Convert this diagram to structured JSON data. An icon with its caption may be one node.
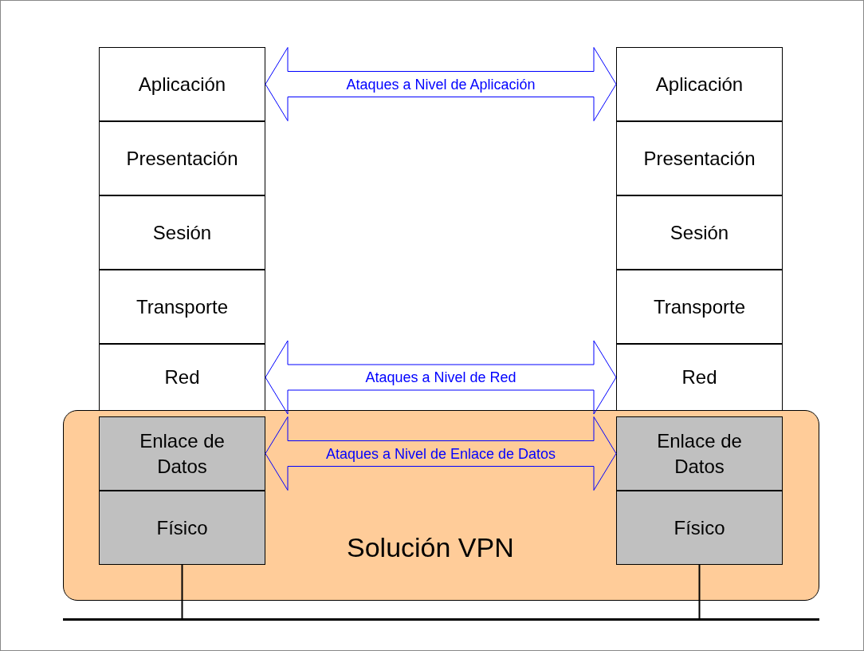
{
  "diagram": {
    "nodes": [
      {
        "text": [
          "Aplicación"
        ]
      },
      {
        "text": [
          "Aplicación"
        ]
      },
      {
        "text": [
          "Presentación"
        ]
      },
      {
        "text": [
          "Presentación"
        ]
      },
      {
        "text": [
          "Sesión"
        ]
      },
      {
        "text": [
          "Sesión"
        ]
      },
      {
        "text": [
          "Transporte"
        ]
      },
      {
        "text": [
          "Transporte"
        ]
      },
      {
        "text": [
          "Red"
        ]
      },
      {
        "text": [
          "Red"
        ]
      },
      {
        "text": [
          "Solución VPN"
        ]
      },
      {
        "text": [
          "Enlace de Datos"
        ],
        "in": 10
      },
      {
        "text": [
          "Enlace de Datos"
        ],
        "in": 10
      },
      {
        "text": [
          "Físico"
        ],
        "in": 10
      },
      {
        "text": [
          "Físico"
        ],
        "in": 10
      },
      {
        "text": [],
        "shape": "bar"
      }
    ],
    "edges": [
      {
        "from": 0,
        "to": 1,
        "arrow": "both",
        "label": "Ataques a Nivel de Aplicación"
      },
      {
        "from": 8,
        "to": 9,
        "arrow": "both",
        "label": "Ataques a Nivel de Red"
      },
      {
        "from": 11,
        "to": 12,
        "arrow": "both",
        "label": "Ataques a Nivel de Enlace de Datos"
      },
      {
        "from": 13,
        "to": 15,
        "arrow": "none",
        "color": "#000000"
      },
      {
        "from": 14,
        "to": 15,
        "arrow": "none",
        "color": "#000000"
      }
    ]
  }
}
